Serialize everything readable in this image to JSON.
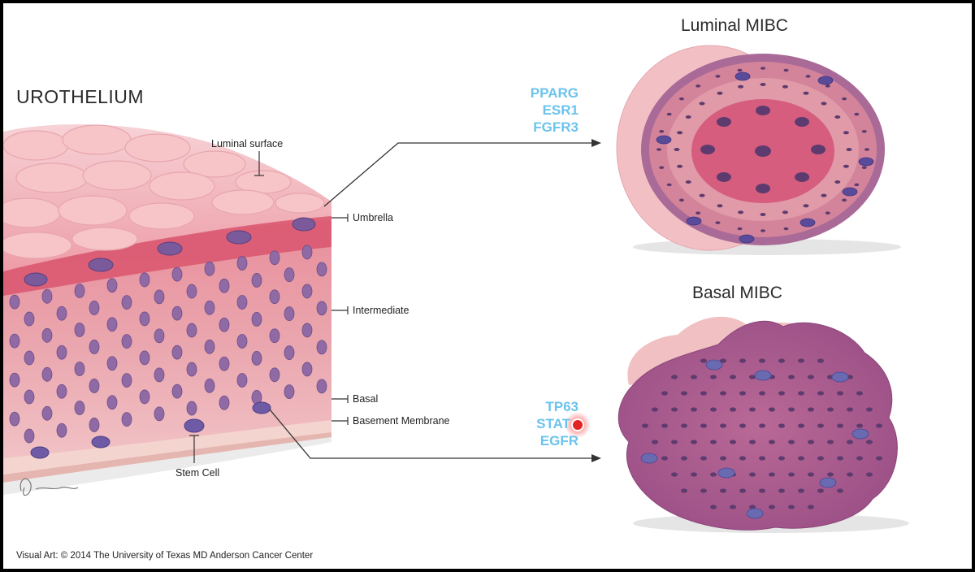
{
  "title": "UROTHELIUM",
  "layers": {
    "luminal_surface": "Luminal surface",
    "umbrella": "Umbrella",
    "intermediate": "Intermediate",
    "basal": "Basal",
    "basement_membrane": "Basement Membrane",
    "stem_cell": "Stem Cell"
  },
  "luminal": {
    "title": "Luminal MIBC",
    "markers": [
      "PPARG",
      "ESR1",
      "FGFR3"
    ]
  },
  "basal": {
    "title": "Basal MIBC",
    "markers": [
      "TP63",
      "STAT",
      "EGFR"
    ]
  },
  "credit": "Visual Art: © 2014 The University of Texas MD Anderson Cancer Center",
  "colors": {
    "marker_text": "#6cc3ec",
    "cursor_dot": "#e32222"
  }
}
